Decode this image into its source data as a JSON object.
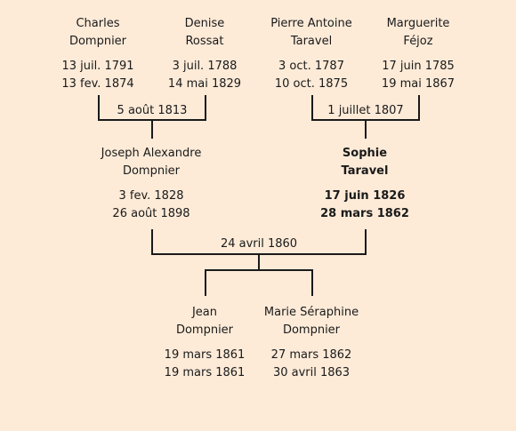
{
  "people": {
    "charles": {
      "first": "Charles",
      "last": "Dompnier",
      "birth": "13 juil. 1791",
      "death": "13 fev. 1874"
    },
    "denise": {
      "first": "Denise",
      "last": "Rossat",
      "birth": "3 juil. 1788",
      "death": "14 mai 1829"
    },
    "pierre": {
      "first": "Pierre Antoine",
      "last": "Taravel",
      "birth": "3 oct. 1787",
      "death": "10 oct. 1875"
    },
    "marguerite": {
      "first": "Marguerite",
      "last": "Féjoz",
      "birth": "17 juin 1785",
      "death": "19 mai 1867"
    },
    "joseph": {
      "first": "Joseph Alexandre",
      "last": "Dompnier",
      "birth": "3 fev. 1828",
      "death": "26 août 1898"
    },
    "sophie": {
      "first": "Sophie",
      "last": "Taravel",
      "birth": "17 juin 1826",
      "death": "28 mars 1862"
    },
    "jean": {
      "first": "Jean",
      "last": "Dompnier",
      "birth": "19 mars 1861",
      "death": "19 mars 1861"
    },
    "marie": {
      "first": "Marie Séraphine",
      "last": "Dompnier",
      "birth": "27 mars 1862",
      "death": "30 avril 1863"
    }
  },
  "marriages": {
    "charles_denise": "5 août 1813",
    "pierre_marguerite": "1 juillet 1807",
    "joseph_sophie": "24 avril 1860"
  },
  "colors": {
    "background": "#fdebd8",
    "line": "#1a1a1a"
  }
}
